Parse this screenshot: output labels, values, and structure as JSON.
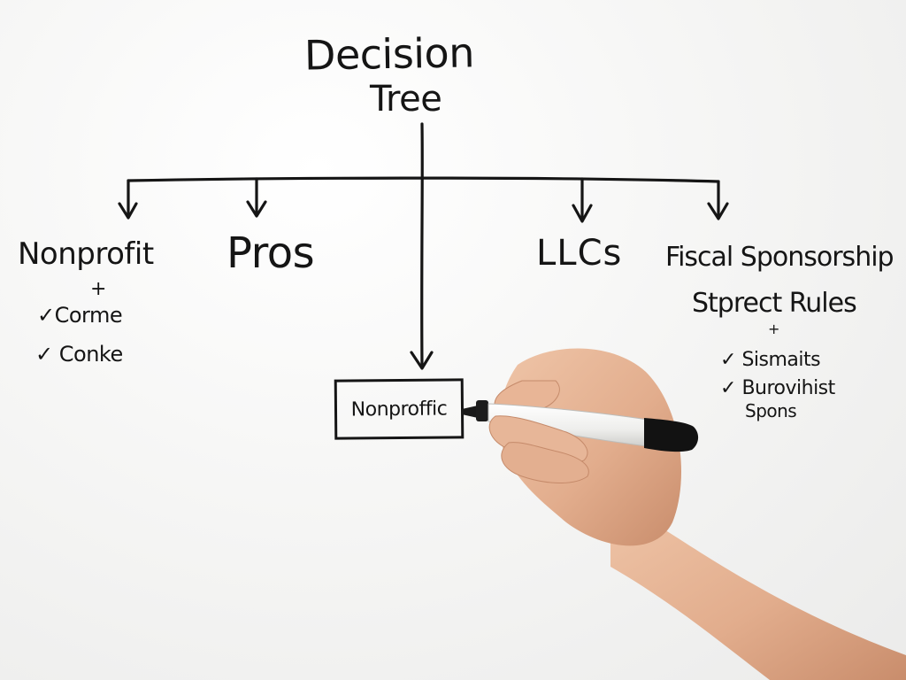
{
  "title": {
    "line1": "Decision",
    "line2": "Tree"
  },
  "branches": [
    {
      "label": "Nonprofit",
      "plus": "+",
      "items": [
        "Corme",
        "Conke"
      ]
    },
    {
      "label": "Pros"
    },
    {
      "label": "LLCs"
    },
    {
      "label": "Fiscal Sponsorship",
      "sublabel": "Stprect Rules",
      "plus": "+",
      "items": [
        "Sismaits",
        "Burovihist"
      ],
      "item_continuation": "Spons"
    }
  ],
  "center_node": {
    "label": "Nonproffic"
  },
  "bullet_mark": "✓",
  "colors": {
    "ink": "#151515",
    "board": "#f4f4f3",
    "skin": "#e7b79a",
    "marker_body": "#f7f7f5",
    "marker_cap": "#111111"
  },
  "icons": {
    "hand": "hand-holding-marker-icon",
    "marker": "marker-icon"
  }
}
